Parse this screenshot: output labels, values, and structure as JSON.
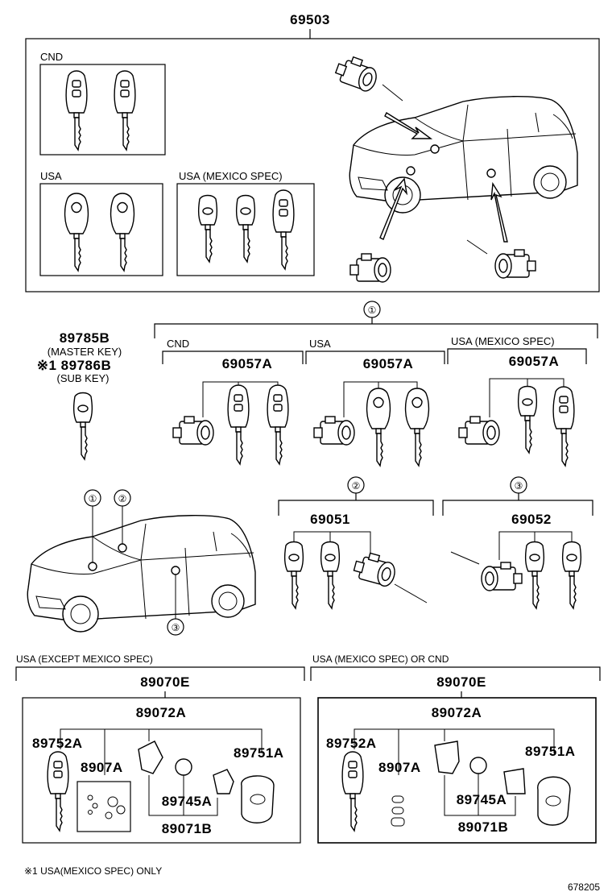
{
  "top": {
    "part_number": "69503",
    "labels": {
      "cnd": "CND",
      "usa": "USA",
      "usa_mexico": "USA (MEXICO SPEC)"
    }
  },
  "callouts": {
    "c1": "①",
    "c2": "②",
    "c3": "③"
  },
  "master_key": {
    "pn1": "89785B",
    "desc1": "(MASTER KEY)",
    "pn2": "※1 89786B",
    "desc2": "(SUB KEY)"
  },
  "cylinder_sets": {
    "cnd": {
      "label": "CND",
      "part_number": "69057A"
    },
    "usa": {
      "label": "USA",
      "part_number": "69057A"
    },
    "mexico": {
      "label": "USA (MEXICO SPEC)",
      "part_number": "69057A"
    }
  },
  "door_sets": {
    "set2": "69051",
    "set3": "69052"
  },
  "remote_left": {
    "header": "USA (EXCEPT MEXICO SPEC)",
    "assembly": "89070E",
    "sub_assembly": "89072A",
    "key": "89752A",
    "kit": "8907A",
    "transmitter": "89751A",
    "battery": "89745A",
    "case": "89071B"
  },
  "remote_right": {
    "header": "USA (MEXICO SPEC)  OR CND",
    "assembly": "89070E",
    "sub_assembly": "89072A",
    "key": "89752A",
    "kit": "8907A",
    "transmitter": "89751A",
    "battery": "89745A",
    "case": "89071B"
  },
  "footnote": "※1 USA(MEXICO SPEC) ONLY",
  "diagram_id": "678205"
}
